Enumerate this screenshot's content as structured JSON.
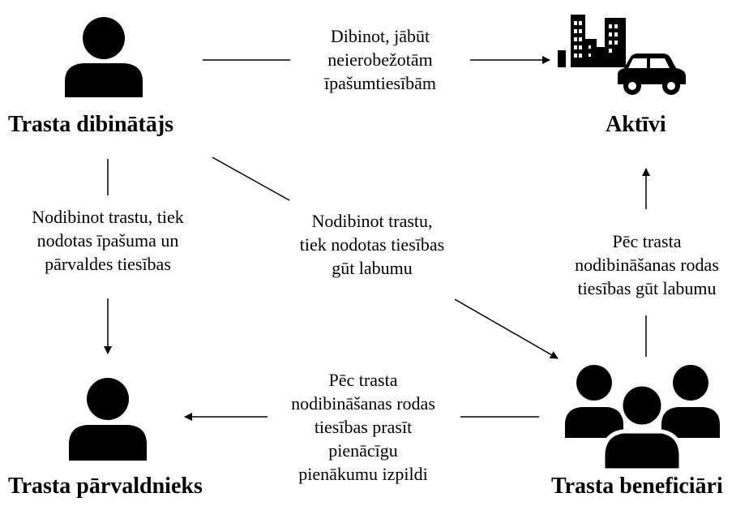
{
  "nodes": {
    "founder": "Trasta dibinātājs",
    "assets": "Aktīvi",
    "trustee": "Trasta pārvaldnieks",
    "beneficiaries": "Trasta beneficiāri"
  },
  "edges": {
    "founder_to_assets": [
      "Dibinot, jābūt",
      "neierobežotām",
      "īpašumtiesībām"
    ],
    "founder_to_trustee": [
      "Nodibinot trastu, tiek",
      "nodotas īpašuma un",
      "pārvaldes tiesības"
    ],
    "founder_to_beneficiaries": [
      "Nodibinot trastu,",
      "tiek nodotas tiesības",
      "gūt labumu"
    ],
    "beneficiaries_to_assets": [
      "Pēc trasta",
      "nodibināšanas rodas",
      "tiesības gūt labumu"
    ],
    "beneficiaries_to_trustee": [
      "Pēc trasta",
      "nodibināšanas rodas",
      "tiesības prasīt",
      "pienācīgu",
      "pienākumu izpildi"
    ]
  },
  "icons": {
    "founder": "person-icon",
    "trustee": "person-icon",
    "assets": "buildings-car-icon",
    "beneficiaries": "group-icon"
  }
}
